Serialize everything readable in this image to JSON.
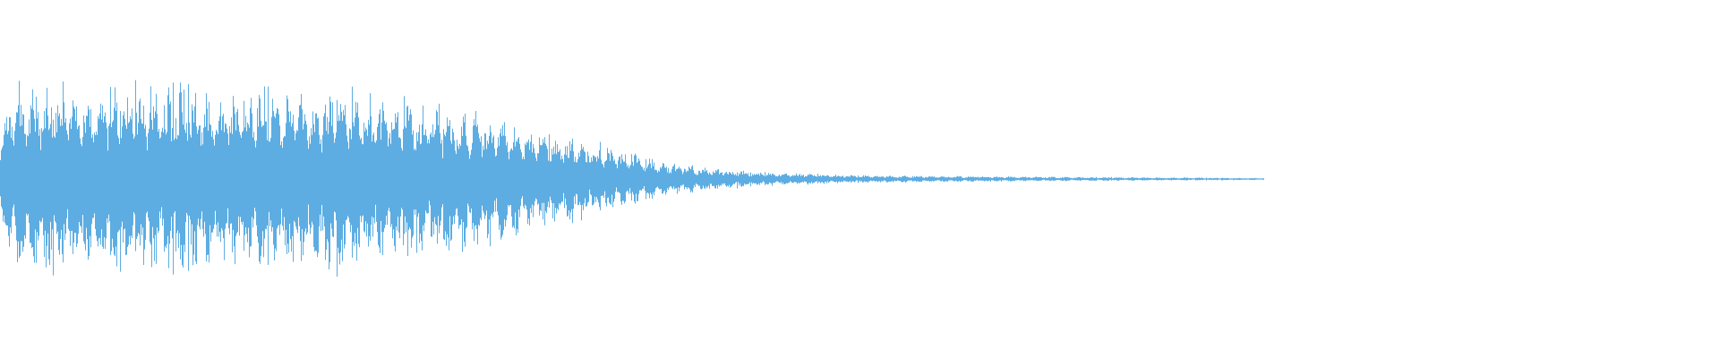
{
  "waveform": {
    "color": "#5dade2",
    "background": "#ffffff",
    "audible_fraction": 0.735,
    "envelope": [
      [
        0.0,
        0.62
      ],
      [
        0.01,
        1.0
      ],
      [
        0.07,
        1.0
      ],
      [
        0.15,
        0.96
      ],
      [
        0.19,
        1.0
      ],
      [
        0.25,
        0.8
      ],
      [
        0.3,
        0.62
      ],
      [
        0.33,
        0.46
      ],
      [
        0.36,
        0.32
      ],
      [
        0.38,
        0.2
      ],
      [
        0.41,
        0.12
      ],
      [
        0.45,
        0.07
      ],
      [
        0.5,
        0.04
      ],
      [
        0.6,
        0.025
      ],
      [
        0.7,
        0.015
      ],
      [
        0.735,
        0.01
      ],
      [
        1.0,
        0.0
      ]
    ]
  }
}
